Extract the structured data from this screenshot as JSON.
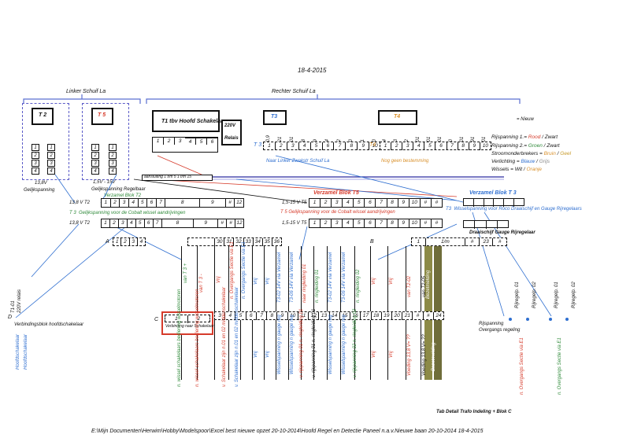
{
  "header": {
    "date": "18-4-2015"
  },
  "left_panel": {
    "title": "Linker Schuif La",
    "t2": "T 2",
    "t5": "T 5",
    "t2_volt": "13,8V",
    "t5_volt": "1,5V - 15V",
    "gelijk_label": "Gelijkspanning",
    "regelbaar_label": "Gelijkspanning Regelbaar",
    "terminals": [
      "1",
      "2",
      "3",
      "4"
    ]
  },
  "right_panel": {
    "title": "Rechter Schuif La",
    "t1_label": "T1 tbv Hoofd Schakelaar",
    "v220": "220V",
    "relais": "Relais",
    "t1_terms": [
      "1",
      "2",
      "3",
      "4",
      "5",
      "6"
    ],
    "t3": "T3",
    "t3_side": "T 3",
    "t3_terms": [
      "1",
      "2",
      "3",
      "4",
      "5",
      "6",
      "7",
      "8",
      "9",
      "10"
    ],
    "t3_note": "Naar Linker Zwakstr Schuif La",
    "t4": "T4",
    "t4_side": "T4",
    "t4_terms": [
      "1",
      "2",
      "3",
      "4",
      "5",
      "6",
      "7",
      "8",
      "9",
      "10"
    ],
    "t4_note": "Nog geen bestemming",
    "top_codes_t3": [
      "V 0,9",
      "V 21",
      "V 01",
      "V 8",
      "V 9",
      "V 4",
      "V 2",
      "V 0",
      "V 1",
      "V 0"
    ],
    "top_codes_t4": [
      "V 4",
      "V 3",
      "V 2",
      "V 01",
      "V 01",
      "V 01",
      "V 0",
      "V 01",
      "V 91",
      "V 01"
    ],
    "mid_label": "Verzamel Blok T2",
    "mid_box_note": "aansluiting 1 t/m 5 1 t/m 15"
  },
  "legend": {
    "nieuw": "= Nieuw",
    "rows": [
      {
        "prefix": "Rijspanning 1.= ",
        "a": "Rood",
        "sep": " / ",
        "b": "Zwart"
      },
      {
        "prefix": "Rijspanning 2.= ",
        "a": "Groen",
        "sep": " / ",
        "b": "Zwart"
      },
      {
        "prefix": "Stroomonderbrekers = ",
        "a": "Bruin",
        "sep": " / ",
        "b": "Geel"
      },
      {
        "prefix": "Verlichting = ",
        "a": "Blauw",
        "sep": " / ",
        "b": "Grijs"
      },
      {
        "prefix": "Wissels = ",
        "a": "Wit",
        "sep": " / ",
        "b": "Oranje"
      }
    ],
    "colors": {
      "red": "#d63b2b",
      "green": "#2f8a3a",
      "brown": "#d9902b",
      "blue": "#2f6fd0",
      "orange": "#d9902b"
    }
  },
  "blocks": {
    "t2_top_label": "13,8 V T2",
    "t2_top_cells": [
      "1",
      "2",
      "3",
      "4",
      "5",
      "6",
      "7",
      "8",
      "9",
      "#",
      "12"
    ],
    "t3_label": "T 3",
    "t3_desc": "Gelijkspanning  voor de Cobalt wissel aandrijvingen",
    "t2_bot_label": "13,8 V T2",
    "t2_bot_cells": [
      "1",
      "2",
      "3",
      "4",
      "5",
      "6",
      "7",
      "8",
      "9",
      "#",
      "#",
      "12"
    ],
    "t5_title": "Verzamel Blok T5",
    "t5_top_label": "1,5-15 V T5",
    "t5_top_cells": [
      "1",
      "2",
      "3",
      "4",
      "5",
      "6",
      "7",
      "8",
      "9",
      "10",
      "#",
      "#"
    ],
    "t5_desc": "T 5 Gelijkspanning  voor de Cobalt wissel aandrijvingen",
    "t5_bot_label": "1,5-15 V T5",
    "t5_bot_cells": [
      "1",
      "2",
      "3",
      "4",
      "5",
      "6",
      "7",
      "8",
      "9",
      "10",
      "#",
      "#"
    ],
    "t3_right_title": "Verzamel Blok T 3",
    "t3_right_label": "T3",
    "t3_right_desc": "Wisselspanning  voor Roco Draaischijf en Gauge  Rijregelaars",
    "draaischijf": "Draaischijf Gauge Rijregelaar"
  },
  "strip_a": {
    "label": "A",
    "cells_left": [
      "1",
      "2",
      "3",
      "4"
    ],
    "cells_mid": [
      "30",
      "31",
      "32",
      "33",
      "34",
      "35",
      "36"
    ],
    "label_b": "B",
    "cells_b": [
      "1",
      "1/m",
      "#",
      "23",
      "#"
    ]
  },
  "strip_c": {
    "label": "C",
    "box_cells": [
      "1",
      "2"
    ],
    "box_note": "Verbinding naar Schakelaar",
    "cells": [
      "3",
      "4",
      "5",
      "6",
      "7",
      "8",
      "9",
      "10",
      "11",
      "12",
      "13",
      "14",
      "15",
      "16",
      "17",
      "18",
      "19",
      "20",
      "21",
      "#",
      "#",
      "24"
    ]
  },
  "columns_top": [
    {
      "text": "van T 3 +",
      "color": "#2f8a3a"
    },
    {
      "text": "van T 3 -",
      "color": "#d63b2b"
    },
    {
      "text": "Vrij",
      "color": "#d63b2b"
    },
    {
      "text": "n. Overgangs Sectie via E1",
      "color": "#d63b2b"
    },
    {
      "text": "n. Overgangs Sectie via E1",
      "color": "#2f6fd0"
    },
    {
      "text": "Vrij",
      "color": "#2f6fd0"
    },
    {
      "text": "Vrij",
      "color": "#2f6fd0"
    },
    {
      "text": "T3-02 14V via Verzamel",
      "color": "#2f6fd0"
    },
    {
      "text": "T3-06 14V via Verzamel",
      "color": "#2f6fd0"
    },
    {
      "text": "naar ringleiding 01",
      "color": "#d63b2b"
    },
    {
      "text": "n. ringleiding 01",
      "color": "#2f8a3a"
    },
    {
      "text": "T3-02  14V via Verzamel",
      "color": "#2f6fd0"
    },
    {
      "text": "T3-06 14V via Verzamel",
      "color": "#2f6fd0"
    },
    {
      "text": "n. ringleiding 02",
      "color": "#2f8a3a"
    },
    {
      "text": "Vrij",
      "color": "#d63b2b"
    },
    {
      "text": "Vrij",
      "color": "#d63b2b"
    },
    {
      "text": "van T2-02",
      "color": "#d63b2b"
    },
    {
      "text": "van T2-05",
      "color": "#111111"
    },
    {
      "text": "Bezetmelding",
      "color": "#ffffff"
    }
  ],
  "columns_bottom": [
    {
      "text": "n. wissel schakelaars bediening wisselmotoren",
      "color": "#2f8a3a"
    },
    {
      "text": "n. wissel schakelaars bediening wisselmotoren",
      "color": "#d63b2b"
    },
    {
      "text": "v. Schakelaar zijn n.01 en 02 middenschakelaar",
      "color": "#d63b2b"
    },
    {
      "text": "v. Schakelaar zijn n.01 en 02 middenschakelaar",
      "color": "#2f6fd0"
    },
    {
      "text": "Vrij",
      "color": "#2f6fd0"
    },
    {
      "text": "Vrij",
      "color": "#2f6fd0"
    },
    {
      "text": "Wisselspanning n gauge reg",
      "color": "#2f6fd0"
    },
    {
      "text": "Wisselspanning n gauge reg",
      "color": "#2f6fd0"
    },
    {
      "text": "v. rijspanning 01 n. ringleiding 01",
      "color": "#d63b2b"
    },
    {
      "text": "v. rijspanning 01 n. ringleiding 01",
      "color": "#111111"
    },
    {
      "text": "Wisselspanning n gauge reg",
      "color": "#2f6fd0"
    },
    {
      "text": "Wisselspanning n gauge reg",
      "color": "#2f6fd0"
    },
    {
      "text": "v. rijspanning 02 n. ringleiding 02",
      "color": "#2f8a3a"
    },
    {
      "text": "Vrij",
      "color": "#d63b2b"
    },
    {
      "text": "Vrij",
      "color": "#d63b2b"
    },
    {
      "text": "Voeding 13,8 V=  ??",
      "color": "#d63b2b"
    },
    {
      "text": "Voeding 13,8 V=  ??",
      "color": "#111111"
    },
    {
      "text": "Bezetmelding",
      "color": "#ffffff"
    }
  ],
  "rijregelaars": {
    "labels_top": [
      "Rijregelp. 01",
      "Rijregelp. 02",
      "Rijregelp. 01",
      "Rijregelp. 02"
    ],
    "title": "Rijspanning Overgangs regeling",
    "labels_bottom": [
      "n. Overgangs Sectie via E1",
      "n. Overgangs Sectie via E1"
    ]
  },
  "left_side": {
    "t101": "T1-01",
    "relais": "220V relais",
    "d_label": "D",
    "verbinding": "Verbindingsblok hoofdschakelaar",
    "hoofd1": "Hoofdschakelaar",
    "hoofd2": "Hoofdschakelaar"
  },
  "tab_detail": "Tab Detail Trafo Indeling + Blok C",
  "footer": "E:\\Mijn Documenten\\Herwim\\Hobby\\Modelspoor\\Excel best nieuwe opzet 20-10-2014\\Hoofd Regel en Detectie Paneel n.a.v.Nieuwe baan 20-10-2014  18-4-2015"
}
